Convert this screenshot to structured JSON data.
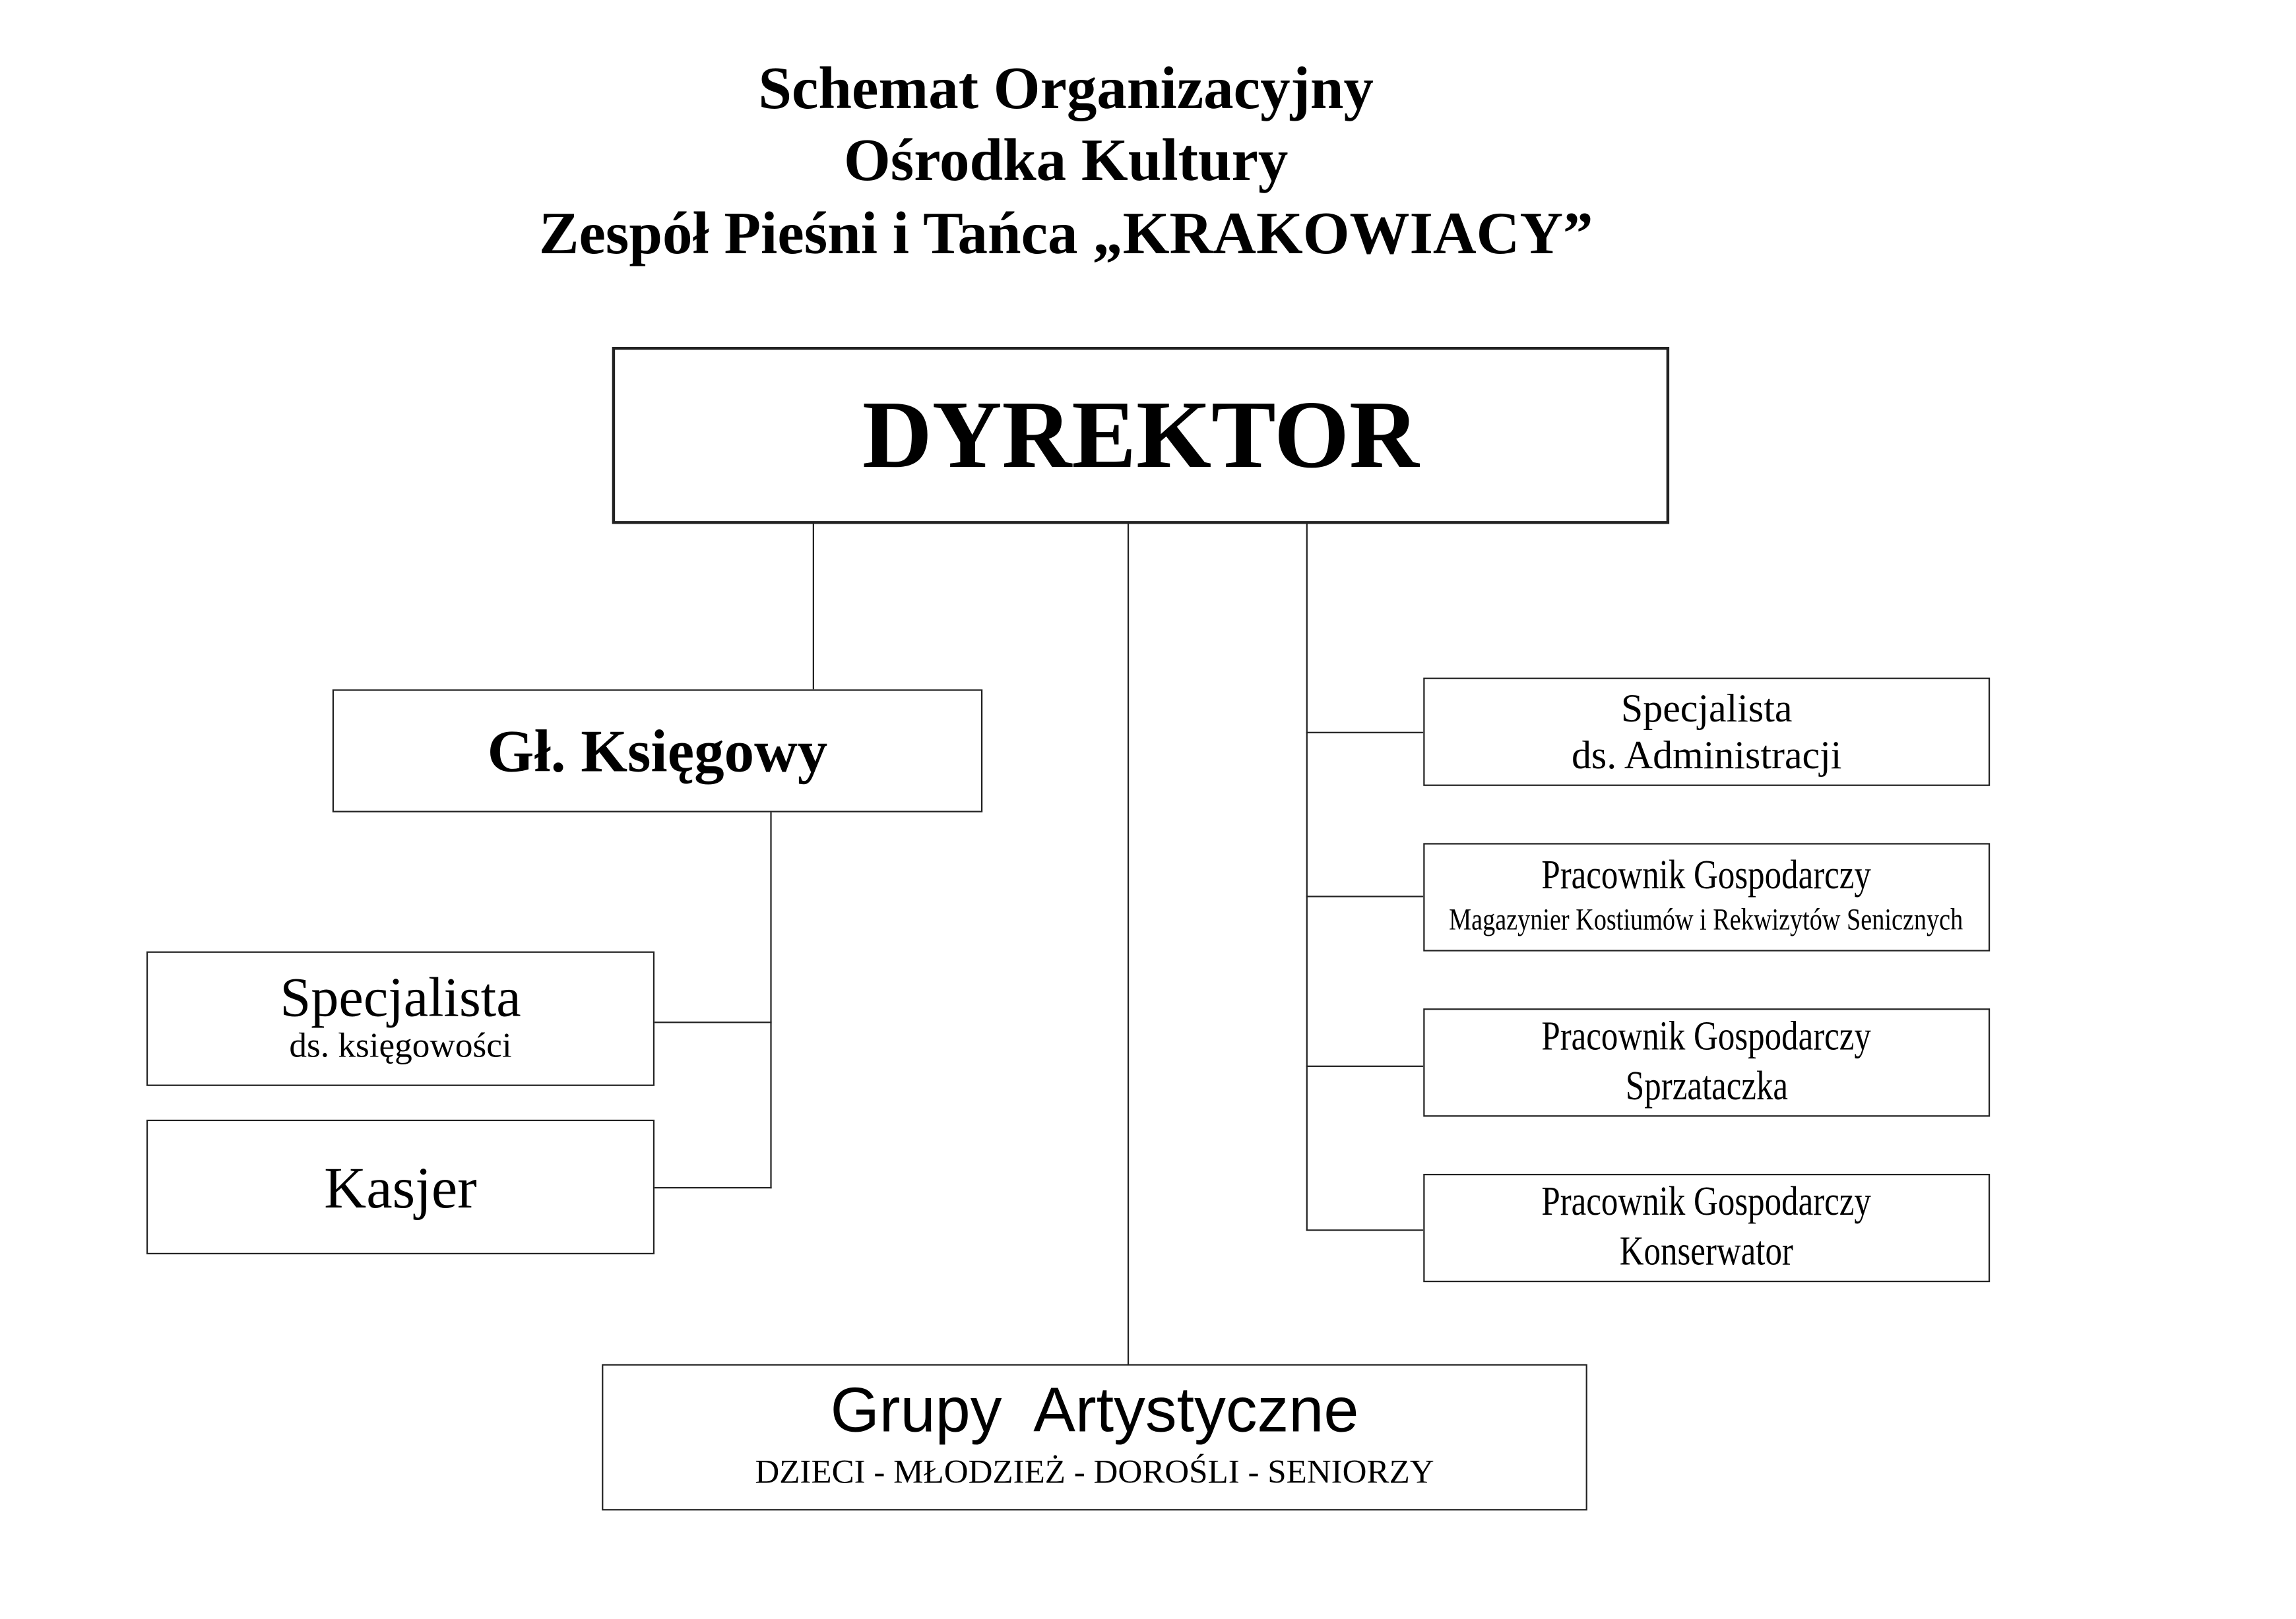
{
  "title": {
    "line1": "Schemat Organizacyjny",
    "line2": "Ośrodka Kultury",
    "line3": "Zespół Pieśni i Tańca „KRAKOWIACY”"
  },
  "nodes": {
    "director": {
      "label": "DYREKTOR"
    },
    "chief_accountant": {
      "label": "Gł. Księgowy"
    },
    "accounting_specialist": {
      "title": "Specjalista",
      "subtitle": "ds. księgowości"
    },
    "cashier": {
      "label": "Kasjer"
    },
    "admin_specialist": {
      "title": "Specjalista",
      "subtitle": "ds. Administracji"
    },
    "worker_storekeeper": {
      "title": "Pracownik Gospodarczy",
      "subtitle": "Magazynier Kostiumów i Rekwizytów Senicznych"
    },
    "worker_cleaner": {
      "title": "Pracownik Gospodarczy",
      "subtitle": "Sprzataczka"
    },
    "worker_conservator": {
      "title": "Pracownik Gospodarczy",
      "subtitle": "Konserwator"
    },
    "art_groups": {
      "title": "Grupy  Artystyczne",
      "subtitle": "DZIECI - MŁODZIEŻ - DOROŚLI - SENIORZY"
    }
  }
}
